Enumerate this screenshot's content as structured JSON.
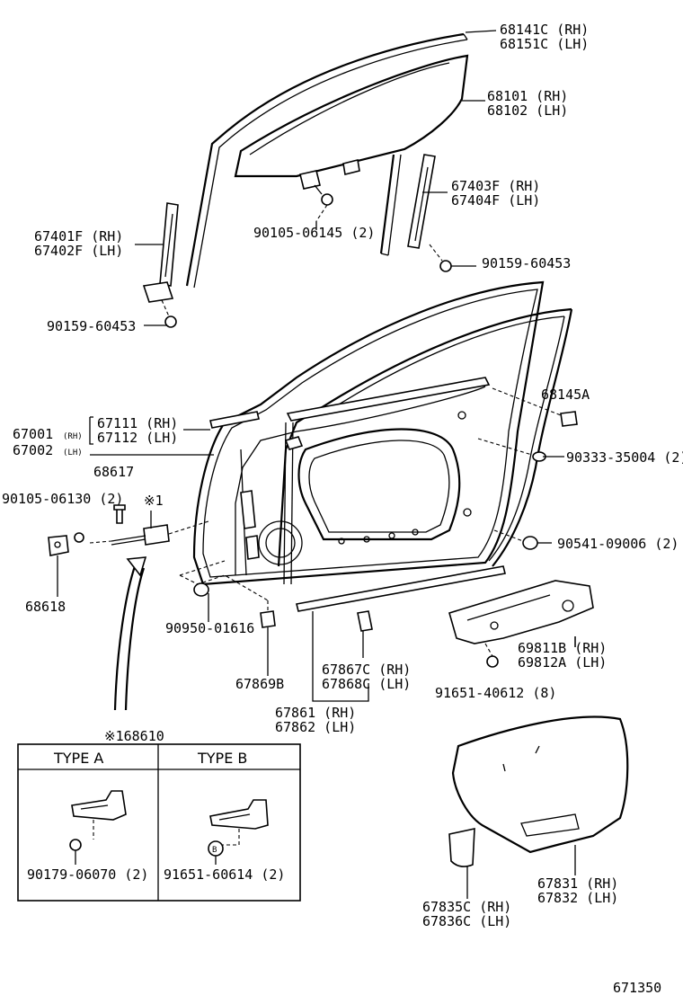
{
  "labels": {
    "p68141": [
      "68141C (RH)",
      "68151C (LH)"
    ],
    "p68101": [
      "68101 (RH)",
      "68102 (LH)"
    ],
    "p67403": [
      "67403F (RH)",
      "67404F (LH)"
    ],
    "p67401": [
      "67401F (RH)",
      "67402F (LH)"
    ],
    "p90105_06145": "90105-06145 (2)",
    "p90159_60453_right": "90159-60453",
    "p90159_60453_left": "90159-60453",
    "p68145": "68145A",
    "p90333": "90333-35004 (2)",
    "p67001": "67001",
    "p67001_rh": "(RH)",
    "p67002": "67002",
    "p67002_lh": "(LH)",
    "p67111": [
      "67111 (RH)",
      "67112 (LH)"
    ],
    "p68617": "68617",
    "p90105_06130": "90105-06130 (2)",
    "star1": "※1",
    "p90541": "90541-09006 (2)",
    "p68618": "68618",
    "p90950": "90950-01616",
    "p69811": [
      "69811B (RH)",
      "69812A (LH)"
    ],
    "p67867": [
      "67867C (RH)",
      "67868C (LH)"
    ],
    "p67869": "67869B",
    "p91651_40612": "91651-40612 (8)",
    "p67861": [
      "67861 (RH)",
      "67862 (LH)"
    ],
    "p68610": "※168610",
    "p67831": [
      "67831 (RH)",
      "67832 (LH)"
    ],
    "p67835": [
      "67835C (RH)",
      "67836C (LH)"
    ],
    "diagram_number": "671350"
  },
  "inset": {
    "type_a": {
      "header": "TYPE A",
      "part": "90179-06070 (2)"
    },
    "type_b": {
      "header": "TYPE B",
      "part": "91651-60614 (2)",
      "badge": "B"
    }
  }
}
